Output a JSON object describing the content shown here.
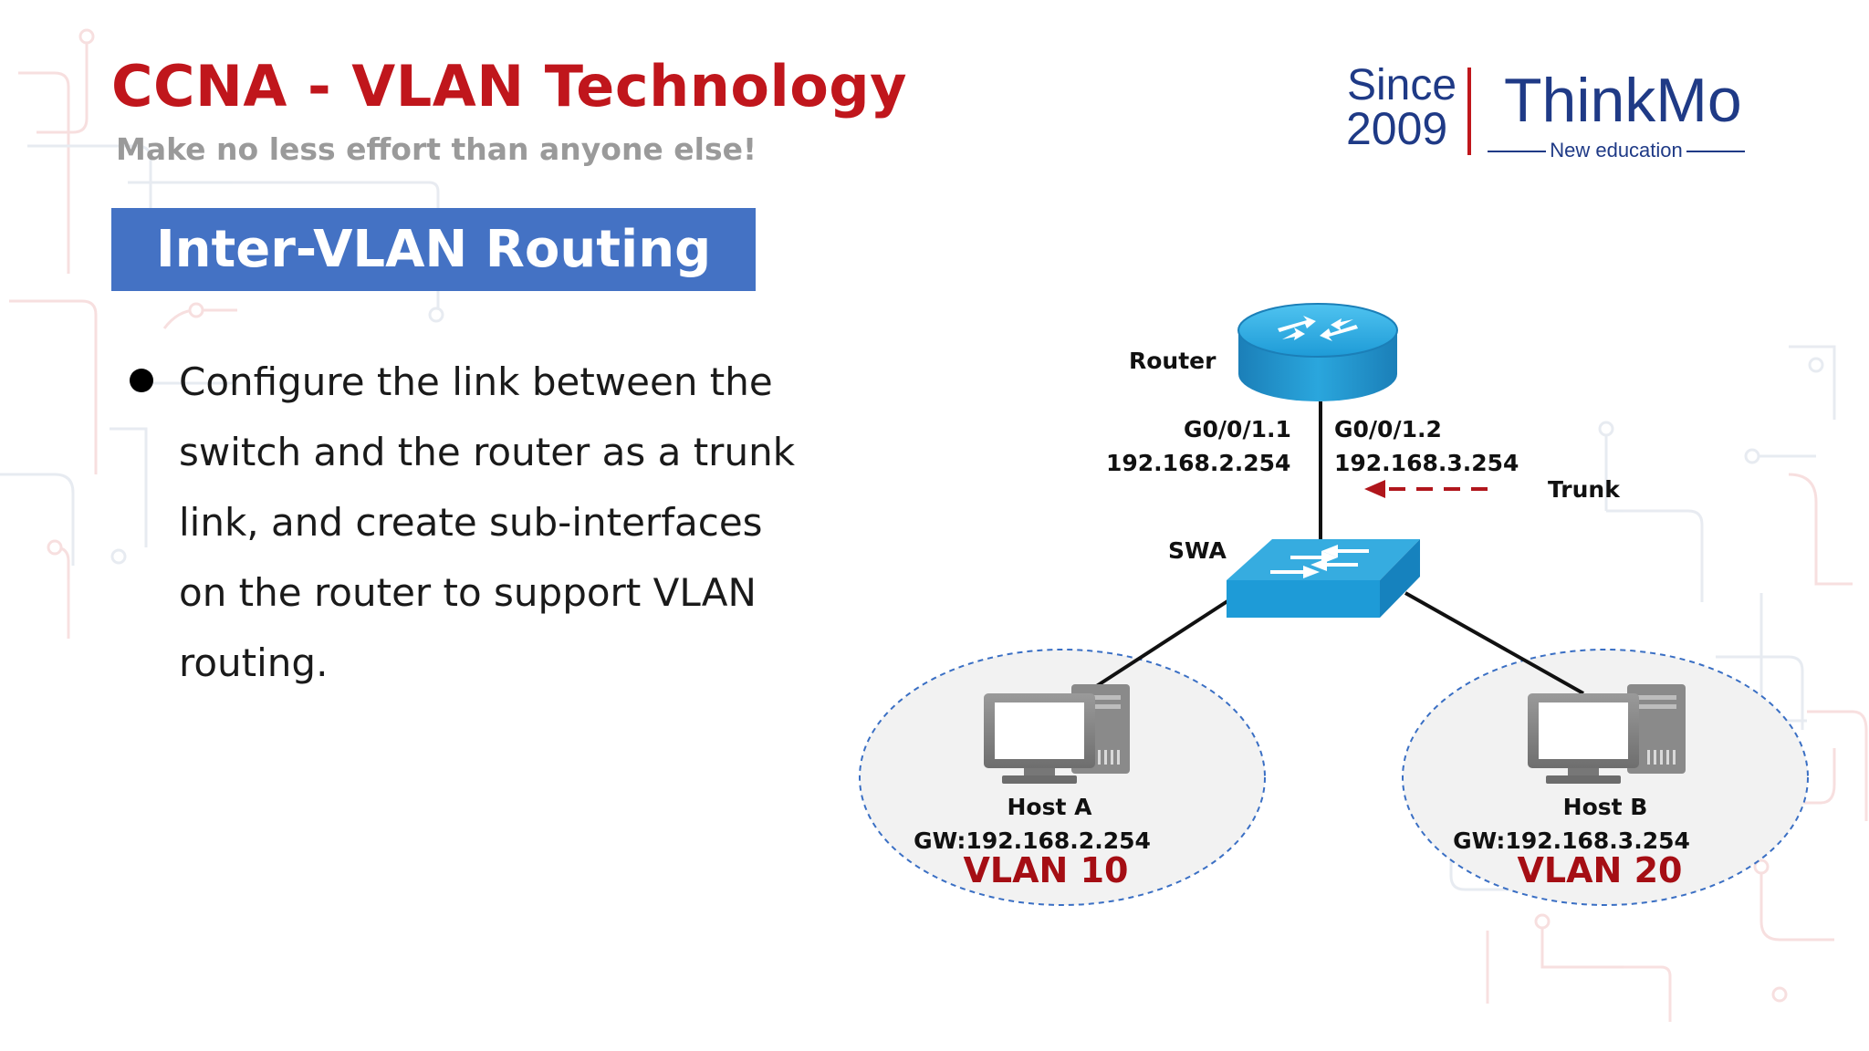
{
  "header": {
    "title": "CCNA - VLAN Technology",
    "tagline": "Make no less effort  than anyone else!"
  },
  "logo": {
    "since": "Since",
    "year": "2009",
    "brand": "ThinkMo",
    "subtitle": "New education"
  },
  "banner": {
    "label": "Inter-VLAN Routing"
  },
  "bullets": [
    "Configure the link between the switch and the router as a trunk link, and create sub-interfaces on the router to support VLAN routing."
  ],
  "diagram": {
    "router": {
      "label": "Router"
    },
    "switch": {
      "label": "SWA"
    },
    "subinterfaces": [
      {
        "name": "G0/0/1.1",
        "ip": "192.168.2.254"
      },
      {
        "name": "G0/0/1.2",
        "ip": "192.168.3.254"
      }
    ],
    "trunk": {
      "label": "Trunk"
    },
    "hosts": [
      {
        "name": "Host A",
        "gateway": "GW:192.168.2.254",
        "vlan": "VLAN 10"
      },
      {
        "name": "Host B",
        "gateway": "GW:192.168.3.254",
        "vlan": "VLAN 20"
      }
    ]
  },
  "colors": {
    "title": "#c0161c",
    "tagline": "#9a9a9a",
    "banner": "#4472c4",
    "logo": "#1f3a86",
    "vlan": "#a50e14",
    "device": "#1e9bd7",
    "trunk_arrow": "#b0161c"
  }
}
